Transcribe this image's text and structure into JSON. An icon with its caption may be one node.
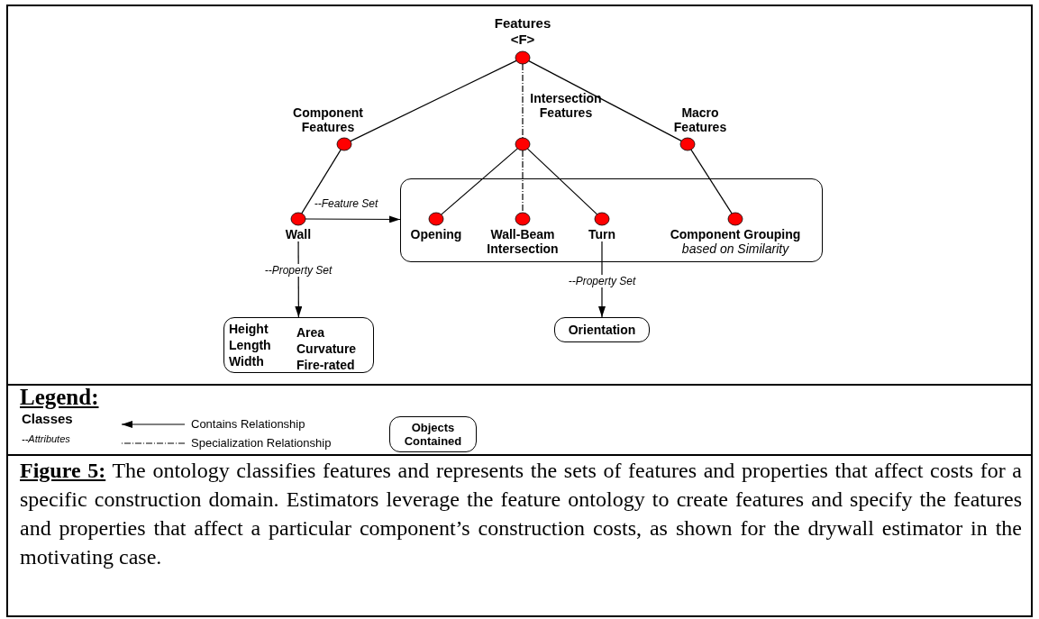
{
  "diagram": {
    "caption": "**Figure 5:** The ontology classifies features and represents the sets of features and properties that affect costs for a specific construction domain.  Estimators leverage the feature ontology to create features and specify the features and properties that affect a particular component’s construction costs, as shown for the drywall estimator in the motivating case.",
    "nodes": [
      {
        "text": [
          "Features <F>"
        ]
      },
      {
        "text": [
          "Component Features"
        ]
      },
      {
        "text": [
          "Intersection Features"
        ]
      },
      {
        "text": [
          "Macro Features"
        ]
      },
      {
        "text": [
          "Wall"
        ]
      },
      {
        "text": [],
        "shape": "box"
      },
      {
        "text": [
          "Opening"
        ],
        "in": 5
      },
      {
        "text": [
          "Wall-Beam Intersection"
        ],
        "in": 5
      },
      {
        "text": [
          "Turn"
        ],
        "in": 5
      },
      {
        "text": [
          "Component Grouping",
          "based on Similarity"
        ],
        "in": 5
      },
      {
        "text": [
          "Height Length Width",
          "Area Curvature Fire-rated"
        ]
      },
      {
        "text": [
          "Orientation"
        ]
      }
    ],
    "edges": [
      {
        "from": 0,
        "to": 1,
        "arrow": "none"
      },
      {
        "from": 0,
        "to": 2,
        "arrow": "none",
        "style": "dashed"
      },
      {
        "from": 0,
        "to": 3,
        "arrow": "none"
      },
      {
        "from": 1,
        "to": 4,
        "arrow": "none"
      },
      {
        "from": 2,
        "to": 6,
        "arrow": "none"
      },
      {
        "from": 2,
        "to": 7,
        "arrow": "none",
        "style": "dashed"
      },
      {
        "from": 2,
        "to": 8,
        "arrow": "none"
      },
      {
        "from": 3,
        "to": 9,
        "arrow": "none"
      },
      {
        "from": 4,
        "to": 5,
        "arrow": "to",
        "label": "--Feature Set"
      },
      {
        "from": 4,
        "to": 10,
        "arrow": "to",
        "label": "--Property Set"
      },
      {
        "from": 8,
        "to": 11,
        "arrow": "to",
        "label": "--Property Set"
      }
    ],
    "labels": [
      "Legend:",
      "Classes",
      "--Attributes"
    ],
    "legend": [
      {
        "text": "Contains Relationship"
      },
      {
        "text": "Specialization Relationship"
      },
      {
        "text": "Objects Contained"
      }
    ]
  }
}
